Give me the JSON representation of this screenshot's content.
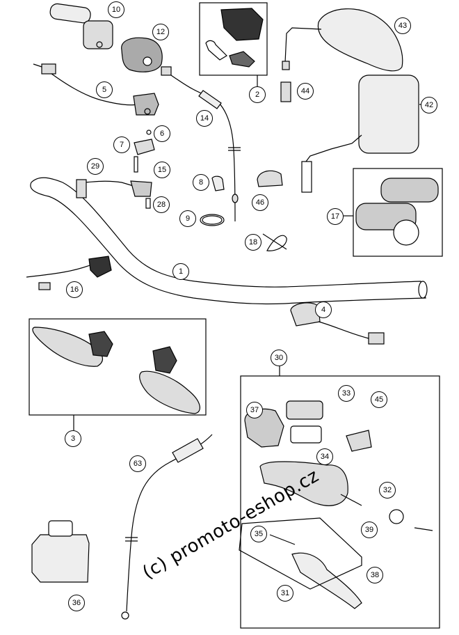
{
  "callouts": [
    {
      "id": "p10",
      "label": "10"
    },
    {
      "id": "p12",
      "label": "12"
    },
    {
      "id": "p5",
      "label": "5"
    },
    {
      "id": "p14",
      "label": "14"
    },
    {
      "id": "p6",
      "label": "6"
    },
    {
      "id": "p7",
      "label": "7"
    },
    {
      "id": "p15",
      "label": "15"
    },
    {
      "id": "p29",
      "label": "29"
    },
    {
      "id": "p28",
      "label": "28"
    },
    {
      "id": "p8",
      "label": "8"
    },
    {
      "id": "p46",
      "label": "46"
    },
    {
      "id": "p9",
      "label": "9"
    },
    {
      "id": "p18",
      "label": "18"
    },
    {
      "id": "p2",
      "label": "2"
    },
    {
      "id": "p43",
      "label": "43"
    },
    {
      "id": "p44",
      "label": "44"
    },
    {
      "id": "p42",
      "label": "42"
    },
    {
      "id": "p17",
      "label": "17"
    },
    {
      "id": "p1",
      "label": "1"
    },
    {
      "id": "p16",
      "label": "16"
    },
    {
      "id": "p4",
      "label": "4"
    },
    {
      "id": "p3",
      "label": "3"
    },
    {
      "id": "p30",
      "label": "30"
    },
    {
      "id": "p33",
      "label": "33"
    },
    {
      "id": "p45",
      "label": "45"
    },
    {
      "id": "p37",
      "label": "37"
    },
    {
      "id": "p34",
      "label": "34"
    },
    {
      "id": "p63",
      "label": "63"
    },
    {
      "id": "p32",
      "label": "32"
    },
    {
      "id": "p39",
      "label": "39"
    },
    {
      "id": "p35",
      "label": "35"
    },
    {
      "id": "p38",
      "label": "38"
    },
    {
      "id": "p31",
      "label": "31"
    },
    {
      "id": "p36",
      "label": "36"
    }
  ],
  "watermark": "(c) promoto-eshop.cz",
  "colors": {
    "line": "#000000",
    "shade": "#dddddd",
    "dark": "#555555"
  }
}
